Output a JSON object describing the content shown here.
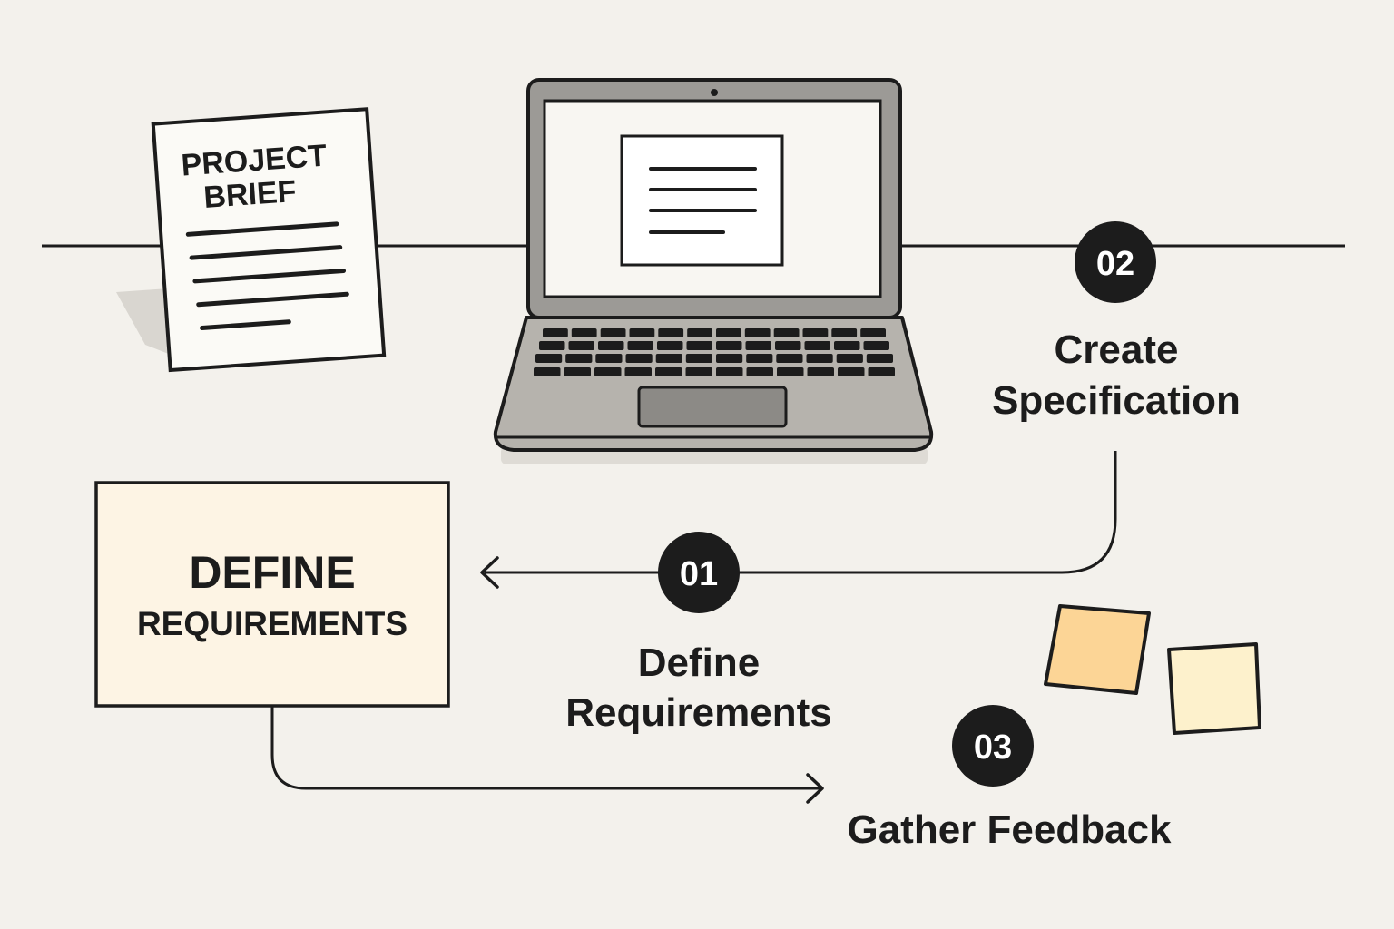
{
  "brief": {
    "line1": "PROJECT",
    "line2": "BRIEF"
  },
  "box": {
    "line1": "DEFINE",
    "line2": "REQUIREMENTS"
  },
  "steps": [
    {
      "number": "01",
      "line1": "Define",
      "line2": "Requirements"
    },
    {
      "number": "02",
      "line1": "Create",
      "line2": "Specification"
    },
    {
      "number": "03",
      "line1": "Gather Feedback"
    }
  ],
  "colors": {
    "background": "#f3f1ec",
    "ink": "#1c1c1c",
    "laptop_body": "#9c9a96",
    "box_fill": "#fdf4e4",
    "sticky_orange": "#fcd596",
    "sticky_cream": "#fdf1cc"
  }
}
